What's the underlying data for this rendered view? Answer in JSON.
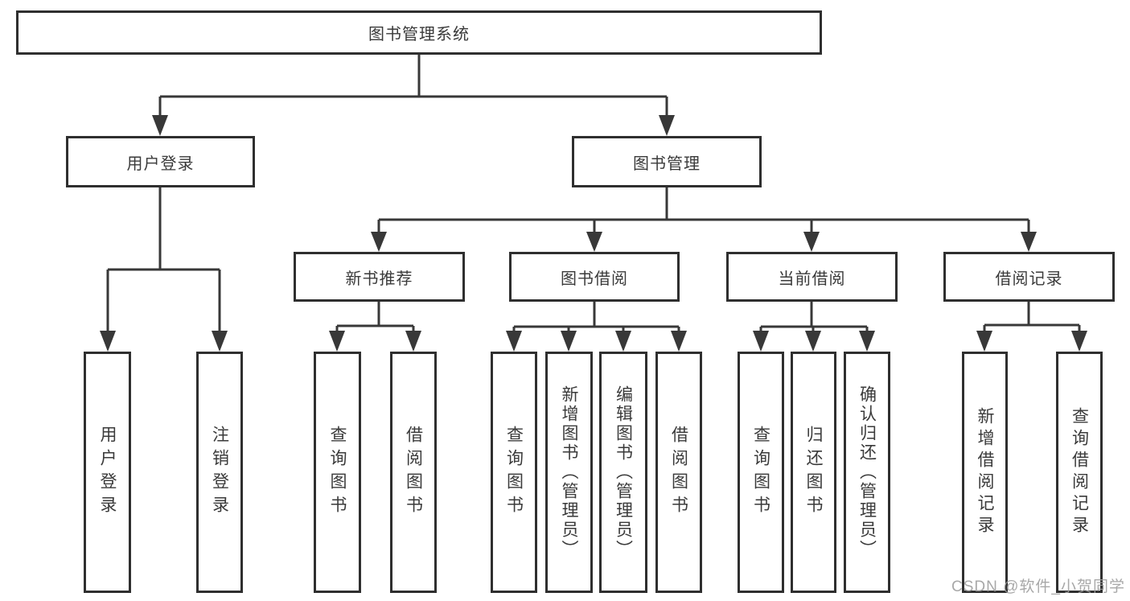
{
  "diagram": {
    "root": "图书管理系统",
    "level2": {
      "user_login": "用户登录",
      "book_mgmt": "图书管理"
    },
    "level3": {
      "new_book_rec": "新书推荐",
      "book_borrow": "图书借阅",
      "current_borrow": "当前借阅",
      "borrow_record": "借阅记录"
    },
    "leaves": {
      "ul_login": "用户登录",
      "ul_logout": "注销登录",
      "nb_query": "查询图书",
      "nb_borrow": "借阅图书",
      "bb_query": "查询图书",
      "bb_add": "新增图书（管理员）",
      "bb_edit": "编辑图书（管理员）",
      "bb_borrow": "借阅图书",
      "cb_query": "查询图书",
      "cb_return": "归还图书",
      "cb_confirm": "确认归还（管理员）",
      "br_add": "新增借阅记录",
      "br_query": "查询借阅记录"
    },
    "edges": [
      [
        "root",
        "user_login"
      ],
      [
        "root",
        "book_mgmt"
      ],
      [
        "user_login",
        "ul_login"
      ],
      [
        "user_login",
        "ul_logout"
      ],
      [
        "book_mgmt",
        "new_book_rec"
      ],
      [
        "book_mgmt",
        "book_borrow"
      ],
      [
        "book_mgmt",
        "current_borrow"
      ],
      [
        "book_mgmt",
        "borrow_record"
      ],
      [
        "new_book_rec",
        "nb_query"
      ],
      [
        "new_book_rec",
        "nb_borrow"
      ],
      [
        "book_borrow",
        "bb_query"
      ],
      [
        "book_borrow",
        "bb_add"
      ],
      [
        "book_borrow",
        "bb_edit"
      ],
      [
        "book_borrow",
        "bb_borrow"
      ],
      [
        "current_borrow",
        "cb_query"
      ],
      [
        "current_borrow",
        "cb_return"
      ],
      [
        "current_borrow",
        "cb_confirm"
      ],
      [
        "borrow_record",
        "br_add"
      ],
      [
        "borrow_record",
        "br_query"
      ]
    ]
  },
  "watermark": {
    "text": "CSDN @软件_小贺同学"
  },
  "colors": {
    "background": "#ffffff",
    "line": "#383838",
    "border": "#2f2f2f",
    "text": "#3a3a3a",
    "watermark": "#9e9e9e"
  }
}
